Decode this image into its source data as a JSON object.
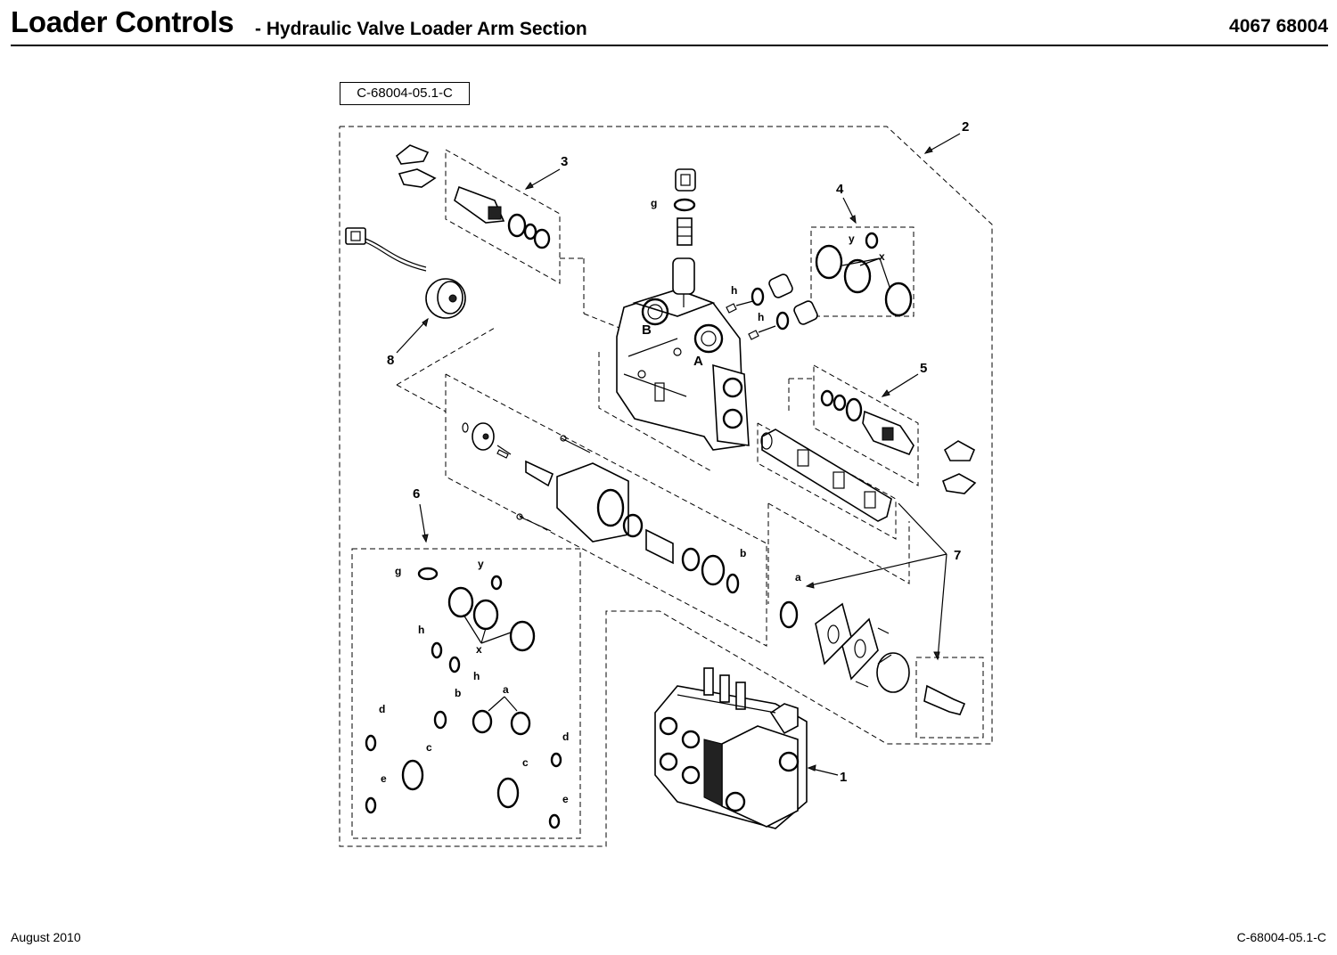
{
  "header": {
    "title": "Loader Controls",
    "subtitle": "- Hydraulic Valve Loader Arm Section",
    "page_code": "4067 68004"
  },
  "diagram": {
    "reference": "C-68004-05.1-C",
    "callouts": [
      {
        "id": "1",
        "label": "1"
      },
      {
        "id": "2",
        "label": "2"
      },
      {
        "id": "3",
        "label": "3"
      },
      {
        "id": "4",
        "label": "4"
      },
      {
        "id": "5",
        "label": "5"
      },
      {
        "id": "6",
        "label": "6"
      },
      {
        "id": "7",
        "label": "7"
      },
      {
        "id": "8",
        "label": "8"
      }
    ],
    "port_labels": {
      "a": "A",
      "b": "B"
    },
    "seal_letters": {
      "g": "g",
      "h": "h",
      "x": "x",
      "y": "y",
      "a": "a",
      "b": "b",
      "c": "c",
      "d": "d",
      "e": "e"
    }
  },
  "footer": {
    "date": "August 2010",
    "reference": "C-68004-05.1-C"
  }
}
